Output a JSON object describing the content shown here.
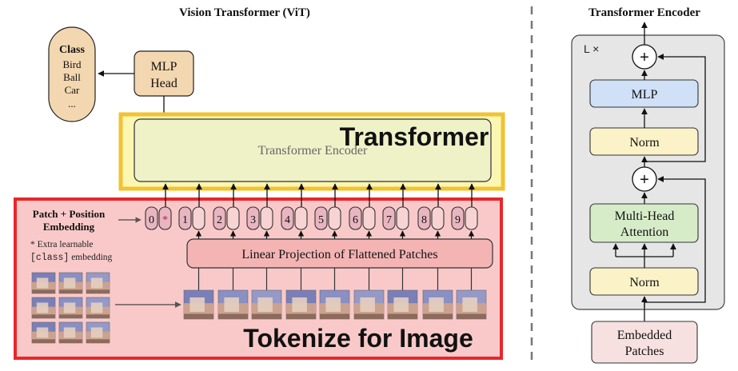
{
  "vit": {
    "title": "Vision Transformer (ViT)",
    "class_box": {
      "heading": "Class",
      "items": [
        "Bird",
        "Ball",
        "Car",
        "..."
      ]
    },
    "mlp_head": {
      "line1": "MLP",
      "line2": "Head"
    },
    "transformer_overlay_label": "Transformer",
    "transformer_encoder_label": "Transformer Encoder",
    "patch_embedding": {
      "line1": "Patch + Position",
      "line2": "Embedding"
    },
    "extra_note": {
      "line1": "* Extra learnable",
      "line2_code": "[class]",
      "line2_rest": " embedding"
    },
    "tokens": [
      "0",
      "1",
      "2",
      "3",
      "4",
      "5",
      "6",
      "7",
      "8",
      "9"
    ],
    "class_token_marker": "*",
    "linear_projection_label": "Linear Projection of Flattened Patches",
    "tokenize_overlay_label": "Tokenize for Image"
  },
  "encoder": {
    "title": "Transformer Encoder",
    "repeat_label": "L ×",
    "mlp_label": "MLP",
    "norm_top_label": "Norm",
    "norm_bottom_label": "Norm",
    "attention": {
      "line1": "Multi-Head",
      "line2": "Attention"
    },
    "add_symbol": "+",
    "input": {
      "line1": "Embedded",
      "line2": "Patches"
    }
  },
  "colors": {
    "red_overlay": "#e8262a",
    "yellow_overlay": "#f2c233",
    "class_fill": "#f3d7b0",
    "mlp_blue": "#cfe0f7",
    "norm_yellow": "#fbf2c8",
    "attention_green": "#d6ecc8",
    "token_pink": "#e9b5c0",
    "encoder_bg": "#e6e6e6"
  }
}
